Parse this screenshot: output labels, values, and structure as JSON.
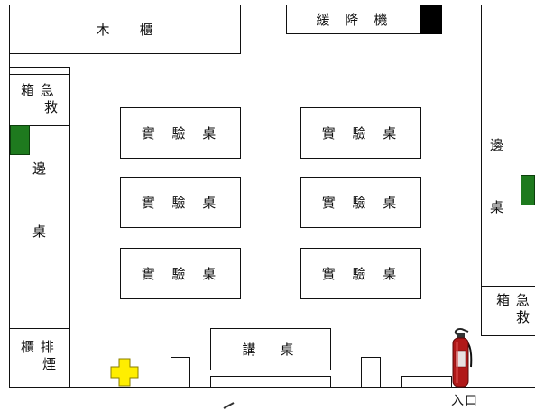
{
  "labels": {
    "cabinet": "木　　櫃",
    "descender": "緩　降　機",
    "first_aid_left": [
      "箱 急",
      "救"
    ],
    "side_table_left": [
      "邊",
      "桌"
    ],
    "side_table_right": [
      "邊",
      "桌"
    ],
    "first_aid_right": [
      "箱 急",
      "救"
    ],
    "exhaust_cabinet": [
      "櫃 排",
      "煙"
    ],
    "lecture_table": "講　桌",
    "entrance": "入口"
  },
  "lab_tables": [
    "實 驗 桌",
    "實 驗 桌",
    "實 驗 桌",
    "實 驗 桌",
    "實 驗 桌",
    "實 驗 桌"
  ],
  "colors": {
    "line": "#111111",
    "green_marker": "#1e7a1e",
    "black_marker": "#000000",
    "first_aid_cross": "#ffee00",
    "extinguisher": "#b01818"
  },
  "icons": [
    "fire-extinguisher-icon",
    "first-aid-cross-icon"
  ]
}
